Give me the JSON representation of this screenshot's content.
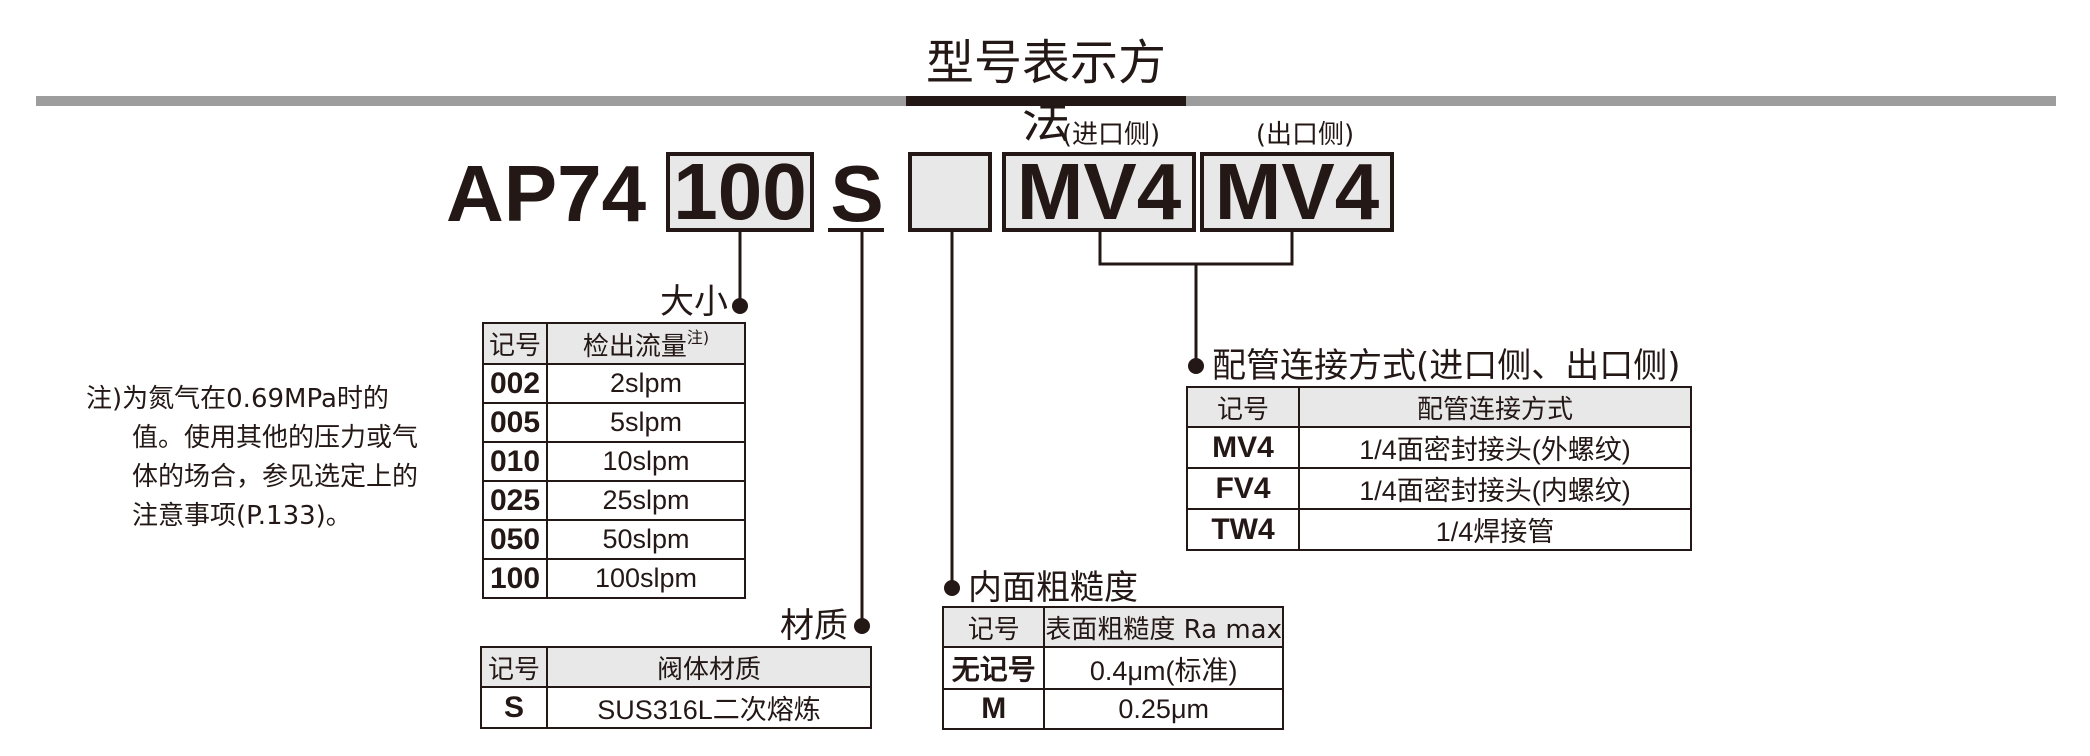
{
  "title": "型号表示方法",
  "model": {
    "prefix": "AP74",
    "size_code": "100",
    "material_code": "S",
    "finish_code": "",
    "inlet_code": "MV4",
    "outlet_code": "MV4",
    "inlet_label": "(进口侧)",
    "outlet_label": "(出口侧)"
  },
  "size": {
    "title": "大小",
    "headers": {
      "code": "记号",
      "value": "检出流量",
      "value_note": "注)"
    },
    "rows": [
      {
        "code": "002",
        "value": "2slpm"
      },
      {
        "code": "005",
        "value": "5slpm"
      },
      {
        "code": "010",
        "value": "10slpm"
      },
      {
        "code": "025",
        "value": "25slpm"
      },
      {
        "code": "050",
        "value": "50slpm"
      },
      {
        "code": "100",
        "value": "100slpm"
      }
    ]
  },
  "note": {
    "first_line": "注)为氮气在0.69MPa时的",
    "lines": [
      "值。使用其他的压力或气",
      "体的场合，参见选定上的",
      "注意事项(P.133)。"
    ]
  },
  "material": {
    "title": "材质",
    "headers": {
      "code": "记号",
      "value": "阀体材质"
    },
    "rows": [
      {
        "code": "S",
        "value": "SUS316L二次熔炼"
      }
    ]
  },
  "finish": {
    "title": "内面粗糙度",
    "headers": {
      "code": "记号",
      "value": "表面粗糙度 Ra max"
    },
    "rows": [
      {
        "code": "无记号",
        "value": "0.4μm(标准)"
      },
      {
        "code": "M",
        "value": "0.25μm"
      }
    ]
  },
  "piping": {
    "title": "配管连接方式(进口侧、出口侧)",
    "headers": {
      "code": "记号",
      "value": "配管连接方式"
    },
    "rows": [
      {
        "code": "MV4",
        "value": "1/4面密封接头(外螺纹)"
      },
      {
        "code": "FV4",
        "value": "1/4面密封接头(内螺纹)"
      },
      {
        "code": "TW4",
        "value": "1/4焊接管"
      }
    ]
  }
}
